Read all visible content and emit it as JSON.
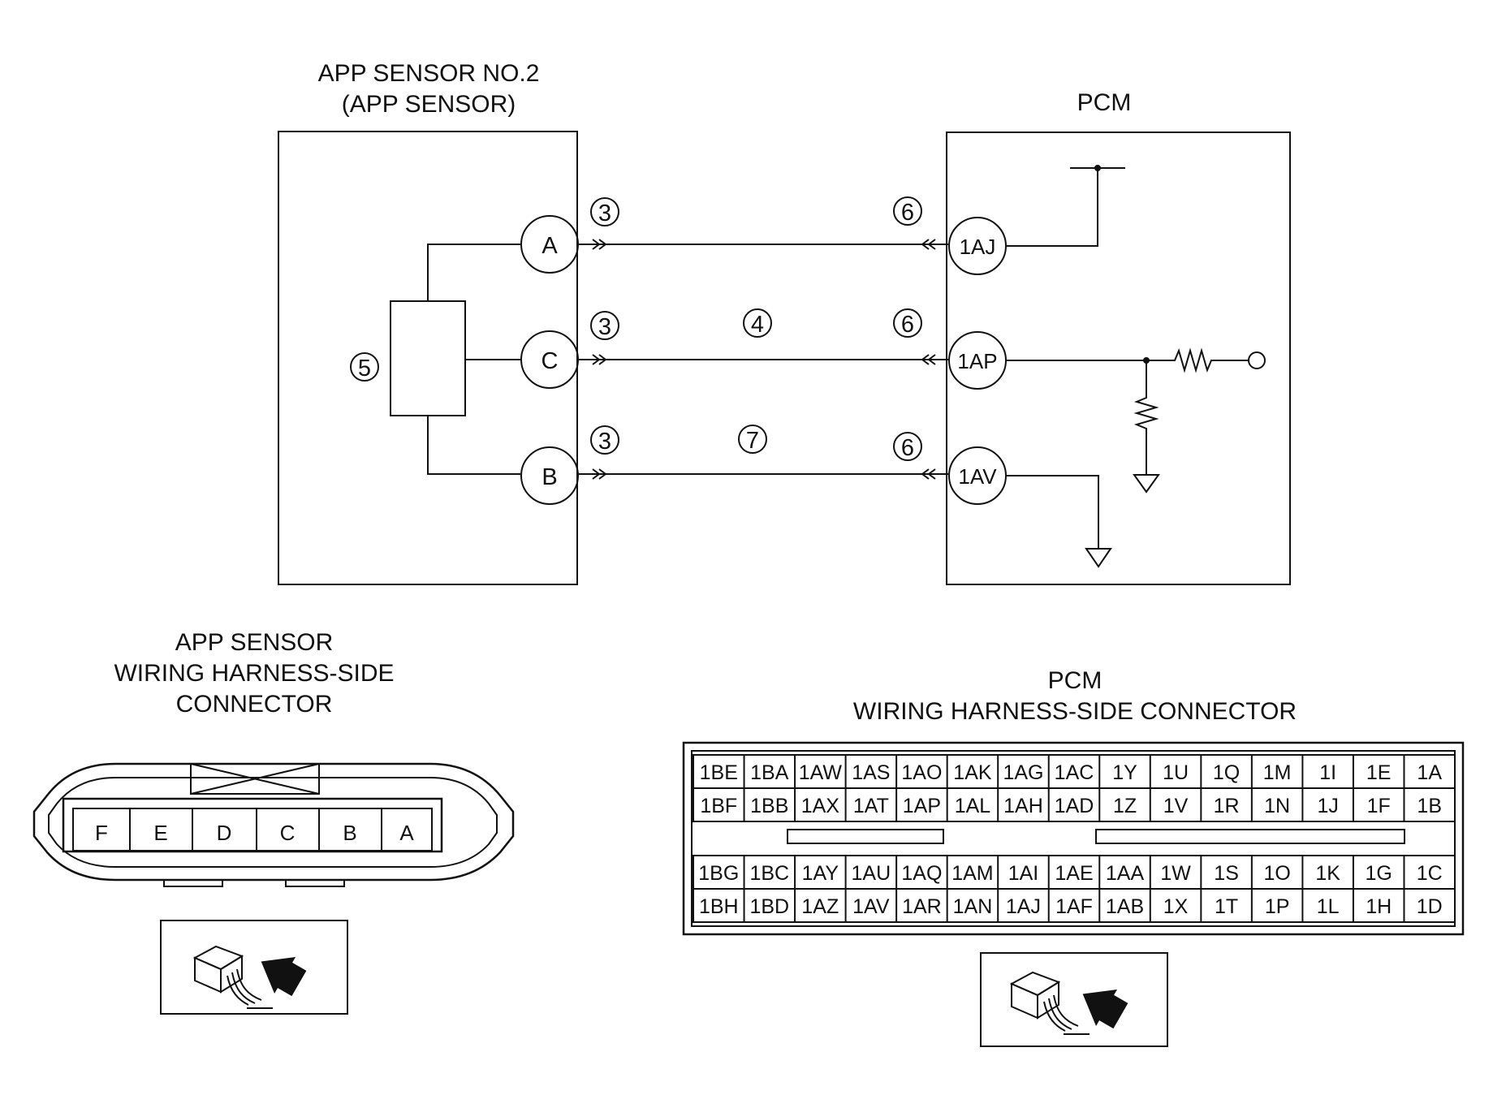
{
  "sensor": {
    "title_line1": "APP SENSOR NO.2",
    "title_line2": "(APP SENSOR)",
    "element_callout": "5",
    "pins": [
      "A",
      "C",
      "B"
    ]
  },
  "pcm": {
    "title": "PCM",
    "terminals": [
      "1AJ",
      "1AP",
      "1AV"
    ]
  },
  "wires": {
    "sensor_connector_callout": "3",
    "pcm_connector_callout": "6",
    "signal_wire_callout": "4",
    "ground_wire_callout": "7"
  },
  "sensor_connector": {
    "title_line1": "APP SENSOR",
    "title_line2": "WIRING HARNESS-SIDE",
    "title_line3": "CONNECTOR",
    "pins": [
      "F",
      "E",
      "D",
      "C",
      "B",
      "A"
    ]
  },
  "pcm_connector": {
    "title_line1": "PCM",
    "title_line2": "WIRING HARNESS-SIDE CONNECTOR",
    "upper_block": [
      [
        "1BE",
        "1BA",
        "1AW",
        "1AS",
        "1AO",
        "1AK",
        "1AG",
        "1AC",
        "1Y",
        "1U",
        "1Q",
        "1M",
        "1I",
        "1E",
        "1A"
      ],
      [
        "1BF",
        "1BB",
        "1AX",
        "1AT",
        "1AP",
        "1AL",
        "1AH",
        "1AD",
        "1Z",
        "1V",
        "1R",
        "1N",
        "1J",
        "1F",
        "1B"
      ]
    ],
    "lower_block": [
      [
        "1BG",
        "1BC",
        "1AY",
        "1AU",
        "1AQ",
        "1AM",
        "1AI",
        "1AE",
        "1AA",
        "1W",
        "1S",
        "1O",
        "1K",
        "1G",
        "1C"
      ],
      [
        "1BH",
        "1BD",
        "1AZ",
        "1AV",
        "1AR",
        "1AN",
        "1AJ",
        "1AF",
        "1AB",
        "1X",
        "1T",
        "1P",
        "1L",
        "1H",
        "1D"
      ]
    ]
  }
}
